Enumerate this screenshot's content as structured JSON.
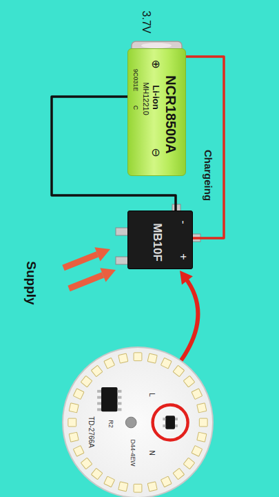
{
  "diagram": {
    "nodes": [
      {
        "text": [
          "NCR18500A",
          "Li-ion",
          "MH12210",
          "⊕",
          "⊖",
          "9C031E",
          "C"
        ]
      },
      {
        "text": [
          "MB10F",
          "-",
          "+"
        ]
      },
      {
        "text": [
          "TD-2766A",
          "R2",
          "D44-4EW",
          "L",
          "N"
        ]
      }
    ],
    "edges": [
      {
        "from": 1,
        "to": 0,
        "arrow": "none",
        "label": "Chargeing"
      },
      {
        "from": 1,
        "to": 0,
        "arrow": "none"
      },
      {
        "from": 2,
        "to": 1,
        "arrow": "to"
      }
    ],
    "labels": [
      "3.7V",
      "Supply"
    ]
  }
}
